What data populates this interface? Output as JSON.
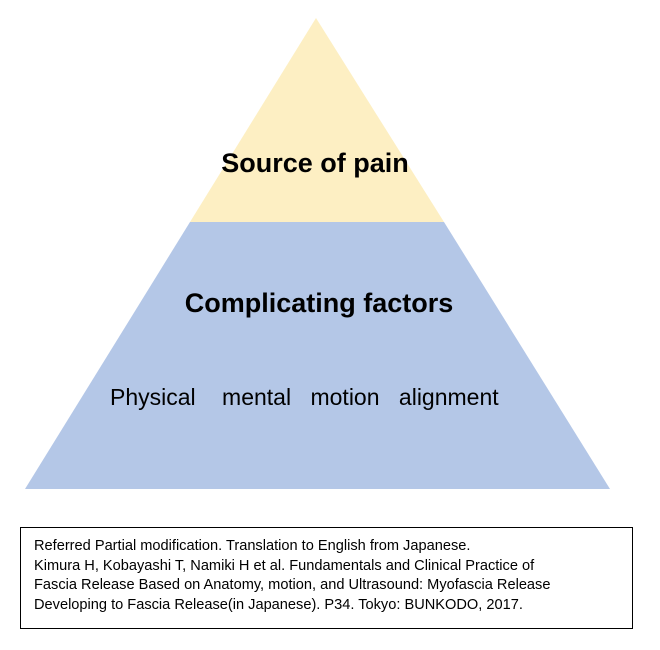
{
  "pyramid": {
    "top_tier": {
      "label": "Source of pain",
      "color": "#fdefc3"
    },
    "middle_tier": {
      "label": "Complicating factors",
      "color": "#b4c7e7",
      "factors": [
        "Physical",
        "mental",
        "motion",
        "alignment"
      ]
    }
  },
  "reference": {
    "lines": [
      "Referred Partial modification. Translation to English from Japanese.",
      "Kimura H, Kobayashi T, Namiki H et al. Fundamentals and Clinical Practice of",
      "Fascia Release Based on Anatomy, motion, and Ultrasound: Myofascia Release",
      "Developing to Fascia Release(in Japanese). P34. Tokyo: BUNKODO, 2017."
    ]
  }
}
